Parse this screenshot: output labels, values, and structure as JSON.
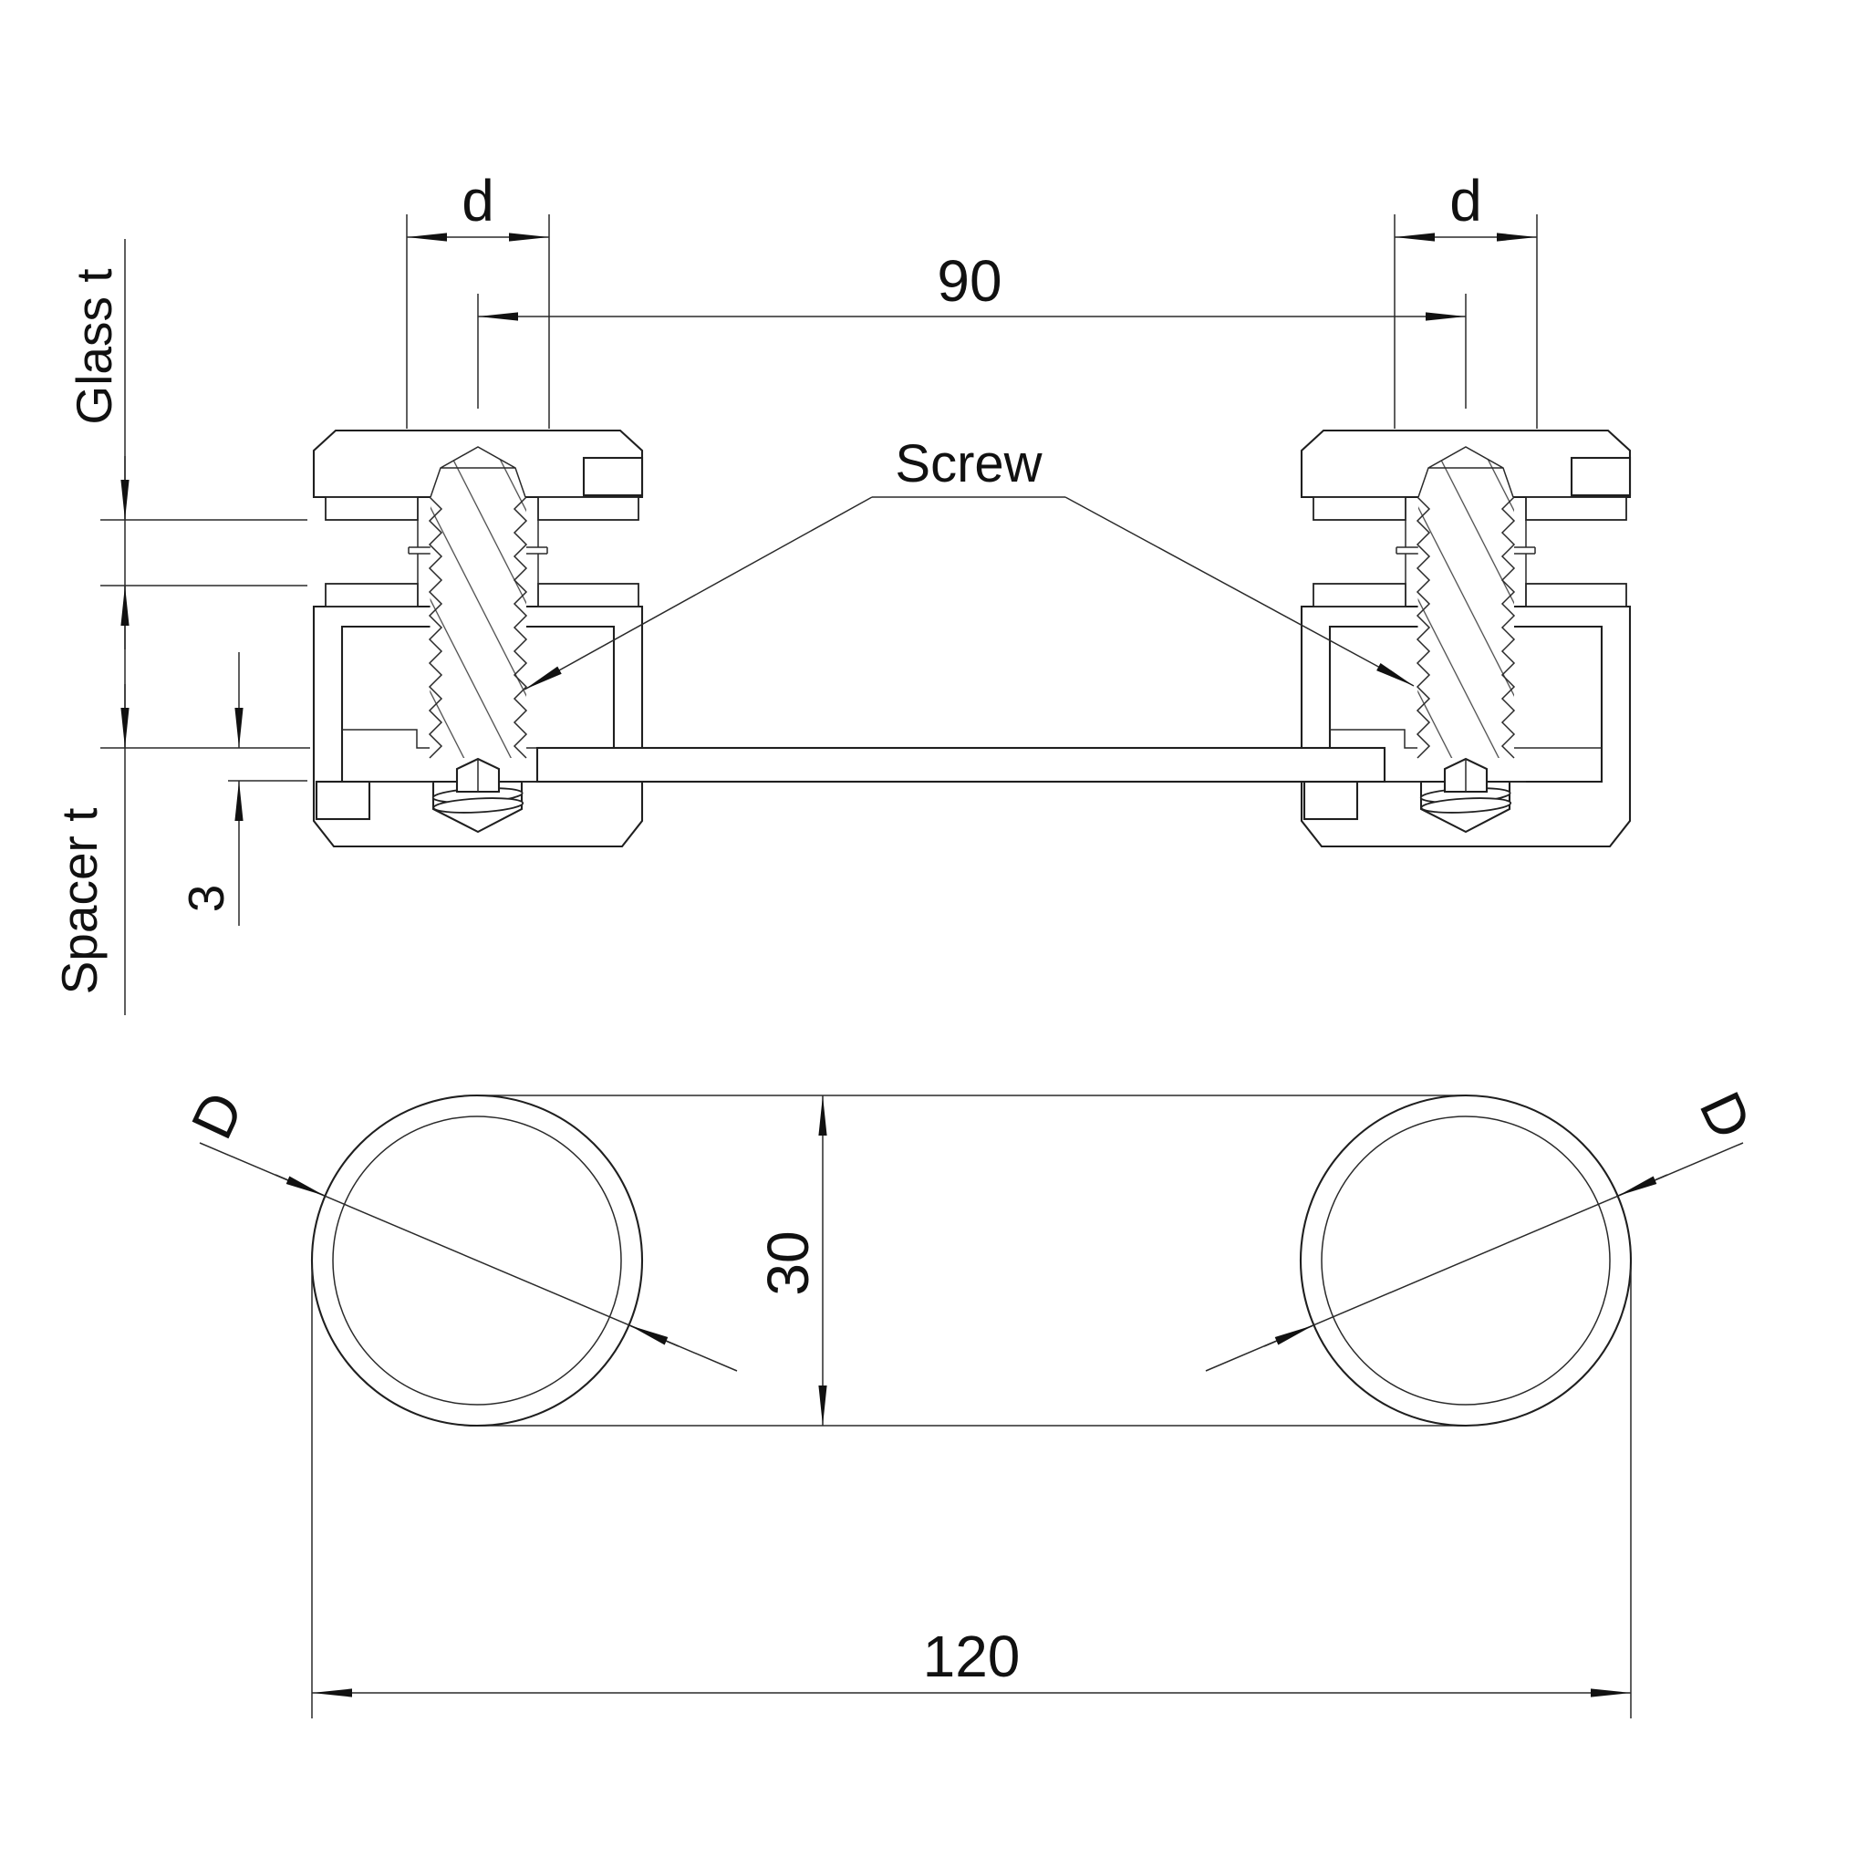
{
  "drawing": {
    "type": "cad-technical-drawing",
    "background_color": "#ffffff",
    "line_color": "#1f1f1f",
    "section_view": {
      "description": "Cross-section of two glass standoff adapters joined by a spacer sheet",
      "labels": {
        "glass_t": "Glass t",
        "spacer_t": "Spacer t",
        "sheet_thickness": "3",
        "center_distance": "90",
        "d_left": "d",
        "d_right": "d",
        "screw_callout": "Screw"
      }
    },
    "plan_view": {
      "description": "Bottom view showing two cylindrical standoff bodies",
      "labels": {
        "diameter_left": "D",
        "diameter_right": "D",
        "body_height": "30",
        "overall_width": "120"
      }
    }
  }
}
